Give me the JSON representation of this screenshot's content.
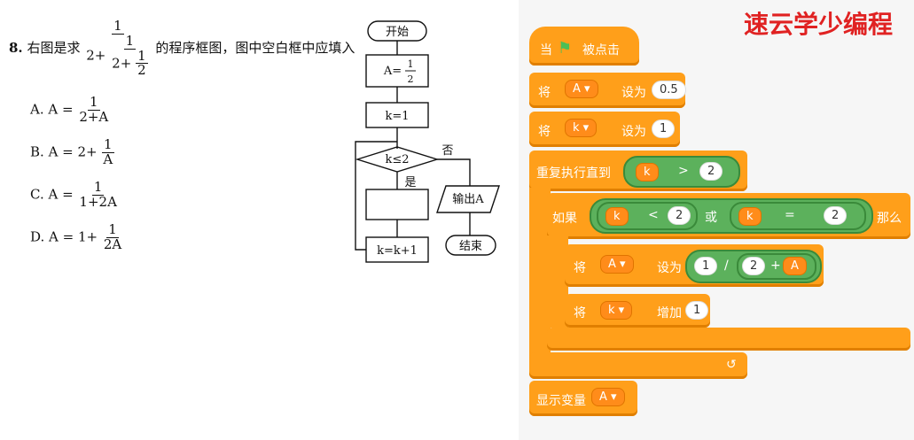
{
  "question": {
    "number": "8.",
    "prefix": "右图是求",
    "suffix": "的程序框图，图中空白框中应填入",
    "frac": {
      "n": "1",
      "d1": "2+",
      "dn": "1",
      "d2": "2+",
      "dd_n": "1",
      "dd_d": "2"
    }
  },
  "options": [
    {
      "label": "A.",
      "expr": "A =",
      "num": "1",
      "den": "2+A"
    },
    {
      "label": "B.",
      "expr": "A = 2+",
      "num": "1",
      "den": "A"
    },
    {
      "label": "C.",
      "expr": "A =",
      "num": "1",
      "den": "1+2A"
    },
    {
      "label": "D.",
      "expr": "A = 1+",
      "num": "1",
      "den": "2A"
    }
  ],
  "flowchart": {
    "start": "开始",
    "assign_A": "A=",
    "assign_A_num": "1",
    "assign_A_den": "2",
    "assign_k": "k=1",
    "cond": "k≤2",
    "yes": "是",
    "no": "否",
    "output": "输出A",
    "incr": "k=k+1",
    "end": "结束"
  },
  "scratch": {
    "when_flag": "当",
    "clicked": "被点击",
    "set": "将",
    "set_to": "设为",
    "var_A": "A ▾",
    "var_k": "k ▾",
    "val_05": "0.5",
    "val_1": "1",
    "repeat_until": "重复执行直到",
    "k": "k",
    "gt": ">",
    "two": "2",
    "if": "如果",
    "lt": "<",
    "or": "或",
    "eq": "=",
    "then": "那么",
    "one": "1",
    "slash": "/",
    "plus": "+",
    "A": "A",
    "inc": "增加",
    "show_var": "显示变量",
    "loop_arrow": "↺"
  },
  "logo": "速云学少编程"
}
